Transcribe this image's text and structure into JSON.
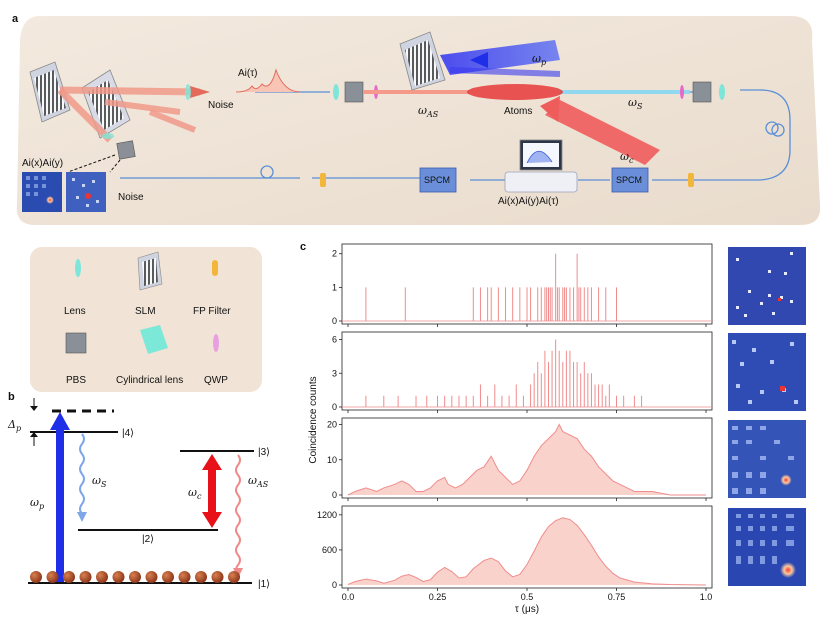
{
  "panels": {
    "a": "a",
    "b": "b",
    "c": "c"
  },
  "setup": {
    "airy_time": "Ai(τ)",
    "airy_xy": "Ai(x)Ai(y)",
    "noise_1": "Noise",
    "noise_2": "Noise",
    "atoms": "Atoms",
    "omega_p": "ω",
    "omega_p_sub": "p",
    "omega_AS": "ω",
    "omega_AS_sub": "AS",
    "omega_S": "ω",
    "omega_S_sub": "S",
    "omega_c": "ω",
    "omega_c_sub": "c",
    "spcm_left": "SPCM",
    "spcm_right": "SPCM",
    "detector_label": "Ai(x)Ai(y)Ai(τ)"
  },
  "legend": {
    "items": [
      {
        "label": "Lens",
        "icon": "lens-icon"
      },
      {
        "label": "SLM",
        "icon": "slm-icon"
      },
      {
        "label": "FP Filter",
        "icon": "fp-filter-icon"
      },
      {
        "label": "PBS",
        "icon": "pbs-icon"
      },
      {
        "label": "Cylindrical lens",
        "icon": "cylindrical-lens-icon"
      },
      {
        "label": "QWP",
        "icon": "qwp-icon"
      }
    ]
  },
  "levels": {
    "delta": "Δ",
    "delta_sub": "p",
    "level4": "|4⟩",
    "level3": "|3⟩",
    "level2": "|2⟩",
    "level1": "|1⟩",
    "wp": "ω",
    "wp_sub": "p",
    "ws": "ω",
    "ws_sub": "S",
    "wc": "ω",
    "wc_sub": "c",
    "was": "ω",
    "was_sub": "AS"
  },
  "colors": {
    "pump": "#1f2fe8",
    "coupling": "#e8111a",
    "stokes": "#7fa6e8",
    "antistokes": "#f08a8a",
    "hist_line": "#f08c8c",
    "hist_fill": "#f9d2cc",
    "background_tan": "#efe2d5",
    "fiber": "#5b8fd8"
  },
  "chart_data": {
    "type": "area",
    "xlabel": "τ (μs)",
    "ylabel": "Coincidence counts",
    "xlim": [
      0.0,
      1.0
    ],
    "x_ticks": [
      "0.0",
      "0.25",
      "0.5",
      "0.75",
      "1.0"
    ],
    "subplots": [
      {
        "ylim": [
          0,
          2.2
        ],
        "y_ticks": [
          "0",
          "1",
          "2"
        ],
        "spikes": [
          [
            0.05,
            1
          ],
          [
            0.16,
            1
          ],
          [
            0.35,
            1
          ],
          [
            0.37,
            1
          ],
          [
            0.39,
            1
          ],
          [
            0.4,
            1
          ],
          [
            0.42,
            1
          ],
          [
            0.44,
            1
          ],
          [
            0.46,
            1
          ],
          [
            0.48,
            1
          ],
          [
            0.5,
            1
          ],
          [
            0.51,
            1
          ],
          [
            0.53,
            1
          ],
          [
            0.54,
            1
          ],
          [
            0.55,
            1
          ],
          [
            0.555,
            1
          ],
          [
            0.56,
            1
          ],
          [
            0.565,
            1
          ],
          [
            0.57,
            1
          ],
          [
            0.58,
            2
          ],
          [
            0.585,
            1
          ],
          [
            0.59,
            1
          ],
          [
            0.6,
            1
          ],
          [
            0.605,
            1
          ],
          [
            0.61,
            1
          ],
          [
            0.62,
            1
          ],
          [
            0.63,
            1
          ],
          [
            0.64,
            2
          ],
          [
            0.645,
            1
          ],
          [
            0.65,
            1
          ],
          [
            0.66,
            1
          ],
          [
            0.67,
            1
          ],
          [
            0.68,
            1
          ],
          [
            0.7,
            1
          ],
          [
            0.72,
            1
          ],
          [
            0.75,
            1
          ]
        ]
      },
      {
        "ylim": [
          0,
          6.4
        ],
        "y_ticks": [
          "0",
          "3",
          "6"
        ],
        "spikes": [
          [
            0.05,
            1
          ],
          [
            0.1,
            1
          ],
          [
            0.14,
            1
          ],
          [
            0.19,
            1
          ],
          [
            0.22,
            1
          ],
          [
            0.25,
            1
          ],
          [
            0.27,
            1
          ],
          [
            0.29,
            1
          ],
          [
            0.31,
            1
          ],
          [
            0.33,
            1
          ],
          [
            0.35,
            1
          ],
          [
            0.37,
            2
          ],
          [
            0.39,
            1
          ],
          [
            0.41,
            2
          ],
          [
            0.43,
            1
          ],
          [
            0.45,
            1
          ],
          [
            0.47,
            2
          ],
          [
            0.49,
            1
          ],
          [
            0.51,
            2
          ],
          [
            0.52,
            3
          ],
          [
            0.53,
            4
          ],
          [
            0.54,
            3
          ],
          [
            0.55,
            5
          ],
          [
            0.56,
            4
          ],
          [
            0.57,
            5
          ],
          [
            0.58,
            6
          ],
          [
            0.59,
            5
          ],
          [
            0.6,
            4
          ],
          [
            0.61,
            5
          ],
          [
            0.62,
            5
          ],
          [
            0.63,
            4
          ],
          [
            0.64,
            4
          ],
          [
            0.65,
            3
          ],
          [
            0.66,
            4
          ],
          [
            0.67,
            3
          ],
          [
            0.68,
            3
          ],
          [
            0.69,
            2
          ],
          [
            0.7,
            2
          ],
          [
            0.71,
            2
          ],
          [
            0.72,
            1
          ],
          [
            0.73,
            2
          ],
          [
            0.75,
            1
          ],
          [
            0.77,
            1
          ],
          [
            0.8,
            1
          ],
          [
            0.82,
            1
          ]
        ]
      },
      {
        "ylim": [
          0,
          21
        ],
        "y_ticks": [
          "0",
          "10",
          "20"
        ],
        "profile": [
          [
            0.0,
            0
          ],
          [
            0.02,
            1
          ],
          [
            0.05,
            2
          ],
          [
            0.08,
            1
          ],
          [
            0.1,
            2
          ],
          [
            0.13,
            3
          ],
          [
            0.15,
            4
          ],
          [
            0.17,
            3
          ],
          [
            0.19,
            1
          ],
          [
            0.21,
            1
          ],
          [
            0.23,
            2
          ],
          [
            0.25,
            4
          ],
          [
            0.27,
            5
          ],
          [
            0.28,
            3
          ],
          [
            0.3,
            2
          ],
          [
            0.32,
            3
          ],
          [
            0.34,
            5
          ],
          [
            0.36,
            7
          ],
          [
            0.38,
            8
          ],
          [
            0.4,
            11
          ],
          [
            0.42,
            7
          ],
          [
            0.44,
            5
          ],
          [
            0.46,
            3
          ],
          [
            0.48,
            4
          ],
          [
            0.5,
            7
          ],
          [
            0.52,
            11
          ],
          [
            0.54,
            14
          ],
          [
            0.56,
            16
          ],
          [
            0.58,
            18
          ],
          [
            0.59,
            20
          ],
          [
            0.6,
            18
          ],
          [
            0.62,
            17
          ],
          [
            0.64,
            16
          ],
          [
            0.66,
            13
          ],
          [
            0.68,
            11
          ],
          [
            0.7,
            8
          ],
          [
            0.72,
            6
          ],
          [
            0.74,
            4
          ],
          [
            0.76,
            3
          ],
          [
            0.78,
            2
          ],
          [
            0.8,
            1
          ],
          [
            0.85,
            1
          ],
          [
            0.9,
            0
          ],
          [
            1.0,
            0
          ]
        ]
      },
      {
        "ylim": [
          0,
          1300
        ],
        "y_ticks": [
          "0",
          "600",
          "1200"
        ],
        "profile": [
          [
            0.0,
            10
          ],
          [
            0.02,
            60
          ],
          [
            0.05,
            100
          ],
          [
            0.08,
            70
          ],
          [
            0.1,
            30
          ],
          [
            0.13,
            80
          ],
          [
            0.15,
            150
          ],
          [
            0.17,
            180
          ],
          [
            0.19,
            130
          ],
          [
            0.21,
            60
          ],
          [
            0.23,
            90
          ],
          [
            0.25,
            220
          ],
          [
            0.27,
            300
          ],
          [
            0.29,
            230
          ],
          [
            0.31,
            120
          ],
          [
            0.33,
            140
          ],
          [
            0.35,
            280
          ],
          [
            0.38,
            420
          ],
          [
            0.4,
            460
          ],
          [
            0.42,
            400
          ],
          [
            0.44,
            240
          ],
          [
            0.46,
            140
          ],
          [
            0.48,
            180
          ],
          [
            0.5,
            350
          ],
          [
            0.52,
            580
          ],
          [
            0.54,
            820
          ],
          [
            0.56,
            1000
          ],
          [
            0.58,
            1100
          ],
          [
            0.6,
            1150
          ],
          [
            0.62,
            1120
          ],
          [
            0.64,
            1020
          ],
          [
            0.66,
            860
          ],
          [
            0.68,
            680
          ],
          [
            0.7,
            480
          ],
          [
            0.72,
            320
          ],
          [
            0.74,
            200
          ],
          [
            0.76,
            120
          ],
          [
            0.8,
            50
          ],
          [
            0.85,
            20
          ],
          [
            0.9,
            8
          ],
          [
            1.0,
            0
          ]
        ]
      }
    ]
  }
}
